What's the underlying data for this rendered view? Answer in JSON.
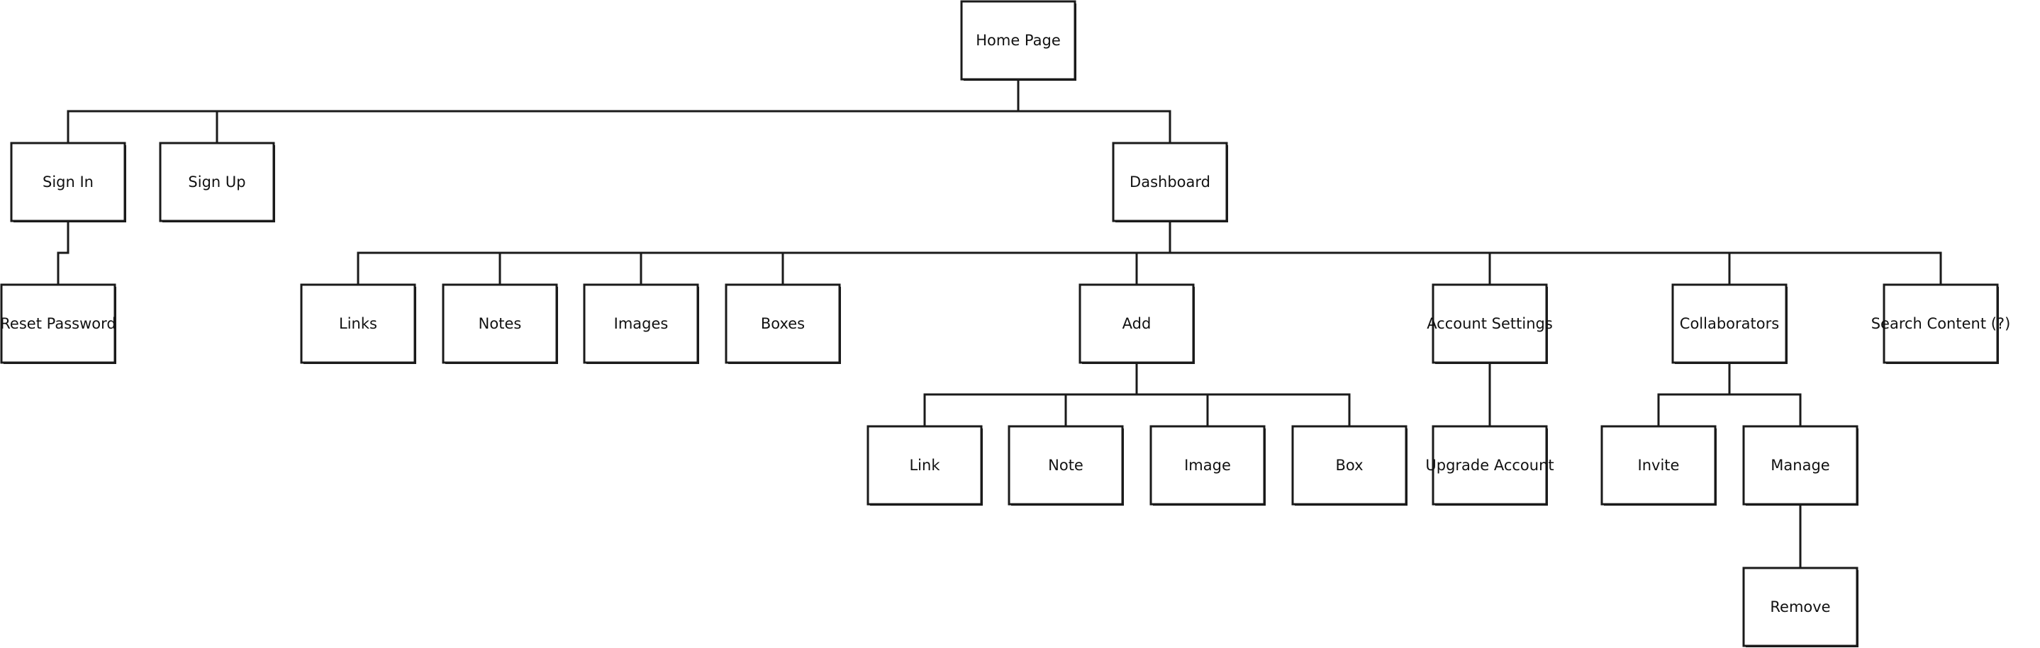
{
  "diagram": {
    "type": "sitemap-tree",
    "nodes": [
      {
        "id": "home",
        "label": "Home Page",
        "parent": null
      },
      {
        "id": "signin",
        "label": "Sign In",
        "parent": "home"
      },
      {
        "id": "signup",
        "label": "Sign Up",
        "parent": "home"
      },
      {
        "id": "dashboard",
        "label": "Dashboard",
        "parent": "home"
      },
      {
        "id": "reset",
        "label": "Reset Password",
        "parent": "signin"
      },
      {
        "id": "links",
        "label": "Links",
        "parent": "dashboard"
      },
      {
        "id": "notes",
        "label": "Notes",
        "parent": "dashboard"
      },
      {
        "id": "images",
        "label": "Images",
        "parent": "dashboard"
      },
      {
        "id": "boxes",
        "label": "Boxes",
        "parent": "dashboard"
      },
      {
        "id": "add",
        "label": "Add",
        "parent": "dashboard"
      },
      {
        "id": "account",
        "label": "Account Settings",
        "parent": "dashboard"
      },
      {
        "id": "collab",
        "label": "Collaborators",
        "parent": "dashboard"
      },
      {
        "id": "search",
        "label": "Search Content (?)",
        "parent": "dashboard"
      },
      {
        "id": "link",
        "label": "Link",
        "parent": "add"
      },
      {
        "id": "note",
        "label": "Note",
        "parent": "add"
      },
      {
        "id": "image",
        "label": "Image",
        "parent": "add"
      },
      {
        "id": "box",
        "label": "Box",
        "parent": "add"
      },
      {
        "id": "upgrade",
        "label": "Upgrade Account",
        "parent": "account"
      },
      {
        "id": "invite",
        "label": "Invite",
        "parent": "collab"
      },
      {
        "id": "manage",
        "label": "Manage",
        "parent": "collab"
      },
      {
        "id": "remove",
        "label": "Remove",
        "parent": "manage"
      }
    ]
  }
}
